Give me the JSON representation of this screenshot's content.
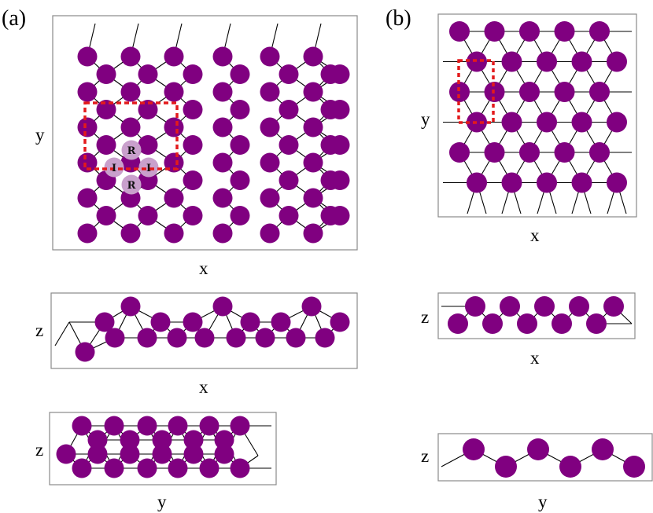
{
  "panels": {
    "a": {
      "label": "(a)",
      "top_view": {
        "xlabel": "x",
        "ylabel": "y"
      },
      "side_view_xz": {
        "xlabel": "x",
        "ylabel": "z"
      },
      "side_view_yz": {
        "xlabel": "y",
        "ylabel": "z"
      },
      "site_labels": [
        "R",
        "I",
        "I",
        "R"
      ]
    },
    "b": {
      "label": "(b)",
      "top_view": {
        "xlabel": "x",
        "ylabel": "y"
      },
      "side_view_xz": {
        "xlabel": "x",
        "ylabel": "z"
      },
      "side_view_yz": {
        "xlabel": "y",
        "ylabel": "z"
      }
    }
  },
  "colors": {
    "atom": "#800080",
    "highlight_atom": "#c9a0cc",
    "unit_cell": "#e31a1c",
    "bond": "#000000",
    "frame": "#8a8a8a"
  }
}
